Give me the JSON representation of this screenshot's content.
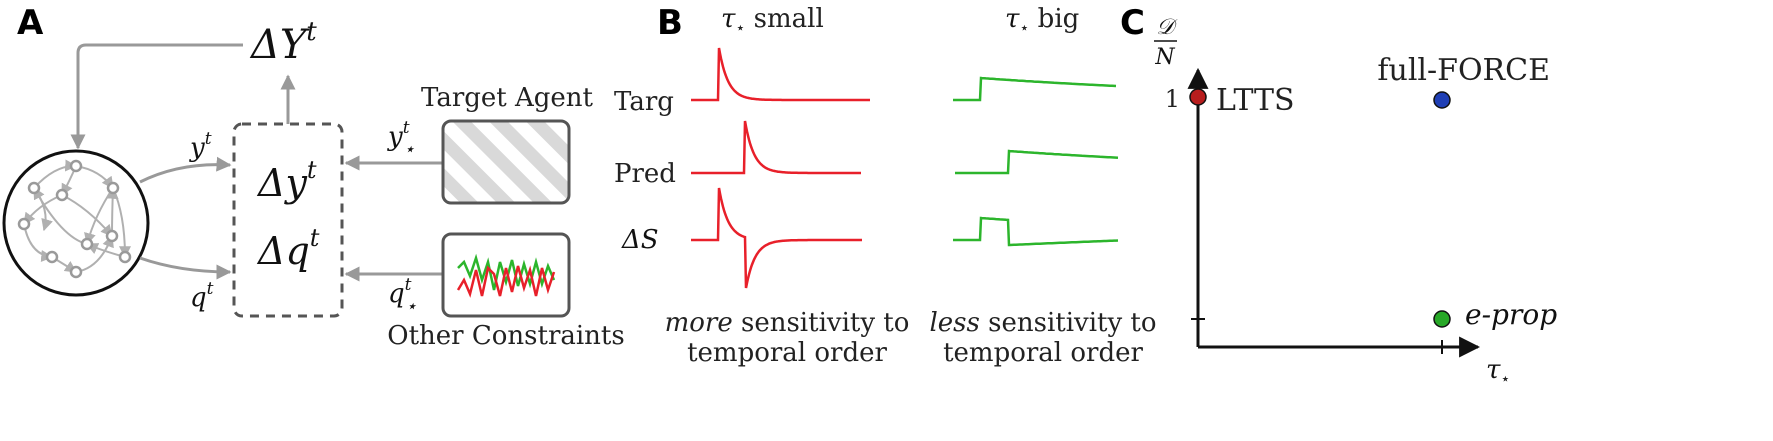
{
  "panels": {
    "a": "A",
    "b": "B",
    "c": "C"
  },
  "panel_a": {
    "delta_Y": {
      "main": "ΔY",
      "sup": "t"
    },
    "y_label": {
      "main": "y",
      "sup": "t"
    },
    "q_label": {
      "main": "q",
      "sup": "t"
    },
    "delta_y": {
      "main": "Δy",
      "sup": "t"
    },
    "delta_q": {
      "main": "Δq",
      "sup": "t"
    },
    "y_star": {
      "main": "y",
      "sup": "t",
      "sub": "⋆"
    },
    "q_star": {
      "main": "q",
      "sup": "t",
      "sub": "⋆"
    },
    "target_agent": "Target Agent",
    "other_constraints": "Other Constraints"
  },
  "panel_b": {
    "col_small": {
      "tau": "τ",
      "sub": "⋆",
      "rest": " small"
    },
    "col_big": {
      "tau": "τ",
      "sub": "⋆",
      "rest": " big"
    },
    "row_targ": "Targ",
    "row_pred": "Pred",
    "row_delta_s": "ΔS",
    "caption_small": {
      "em": "more",
      "rest": " sensitivity to",
      "line2": "temporal order"
    },
    "caption_big": {
      "em": "less",
      "rest": " sensitivity to",
      "line2": "temporal order"
    },
    "colors": {
      "small": "#e8202a",
      "big": "#2cb52c"
    }
  },
  "panel_c": {
    "y_axis": {
      "num": "𝒟",
      "den": "N"
    },
    "x_axis": {
      "tau": "τ",
      "sub": "⋆"
    },
    "tick_one": "1",
    "points": [
      {
        "label": "LTTS",
        "color": "#b81d1d"
      },
      {
        "label": "full-FORCE",
        "color": "#1f3fb5"
      },
      {
        "label": "e-prop",
        "color": "#27a827"
      }
    ]
  }
}
